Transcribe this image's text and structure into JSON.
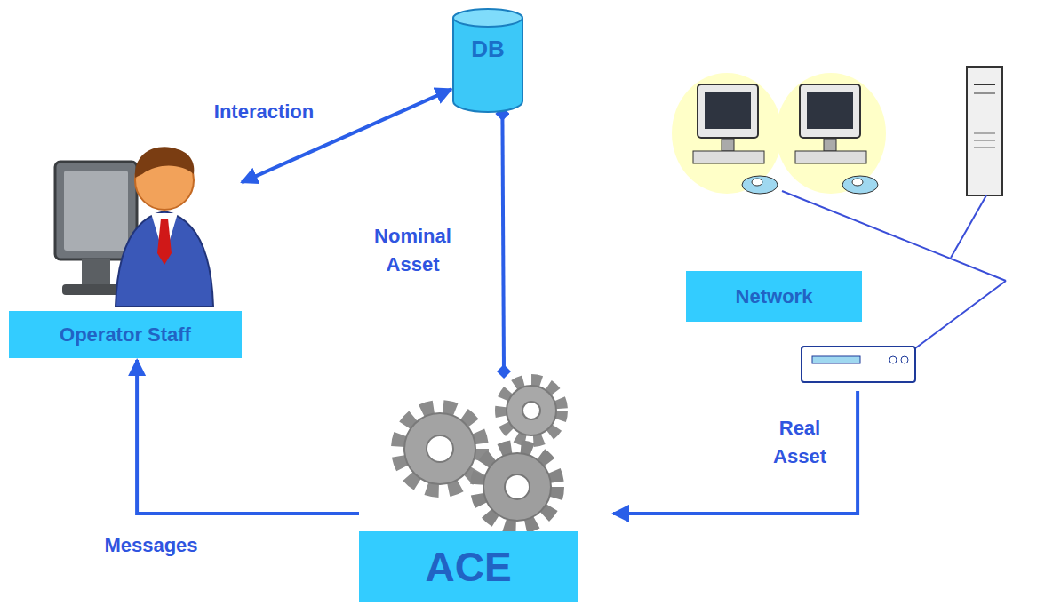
{
  "diagram": {
    "nodes": [
      {
        "text": [
          "DB"
        ]
      },
      {
        "text": [
          "Operator Staff"
        ]
      },
      {
        "text": [
          "Network"
        ]
      },
      {
        "text": [
          "ACE"
        ]
      }
    ],
    "edges": [
      {
        "from": 1,
        "to": 0,
        "arrow": "both",
        "label": "Interaction"
      },
      {
        "from": 0,
        "to": 3,
        "arrow": "both",
        "label": "Nominal Asset"
      },
      {
        "from": 3,
        "to": 1,
        "arrow": "to",
        "label": "Messages"
      },
      {
        "from": 2,
        "to": 3,
        "arrow": "to",
        "label": "Real Asset"
      }
    ]
  }
}
